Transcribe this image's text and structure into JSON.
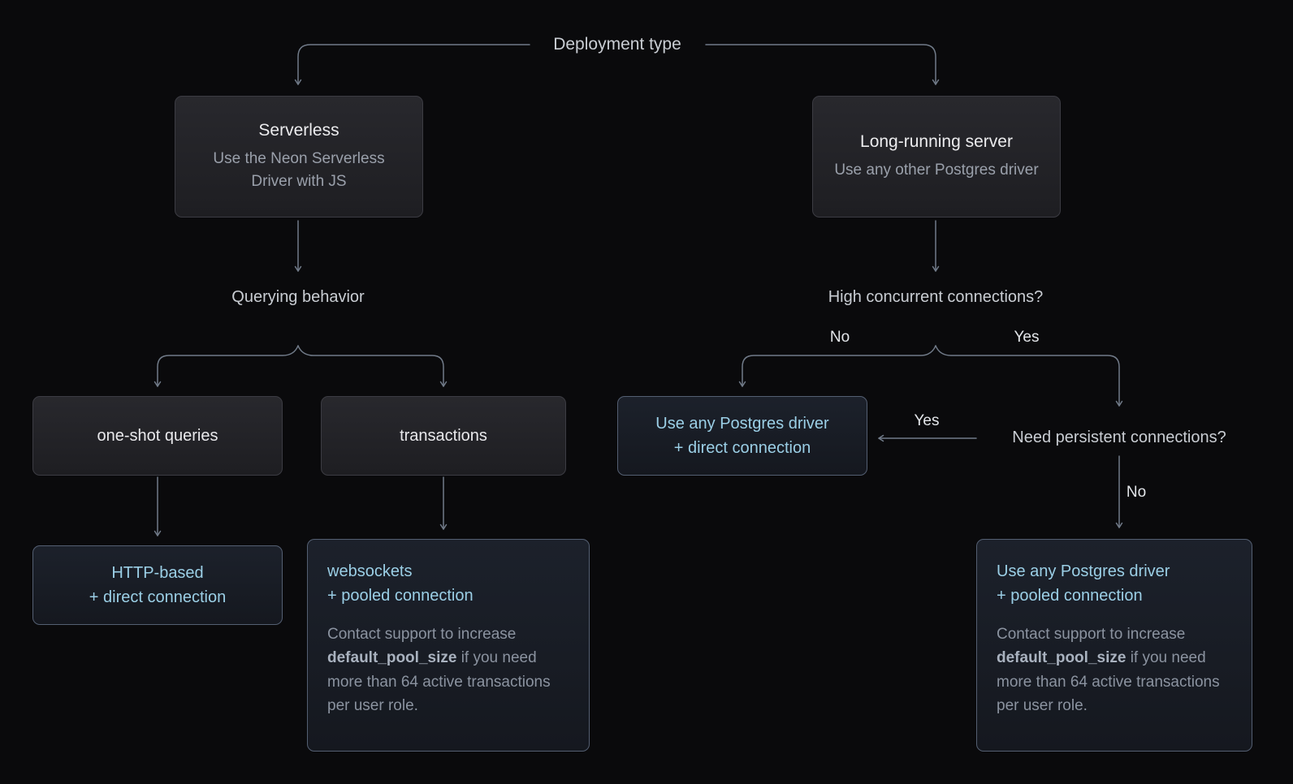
{
  "root_label": "Deployment type",
  "left": {
    "serverless": {
      "title": "Serverless",
      "subtitle": "Use the Neon Serverless Driver with JS"
    },
    "querying_label": "Querying behavior",
    "one_shot": {
      "label": "one-shot queries"
    },
    "transactions": {
      "label": "transactions"
    },
    "http_direct": {
      "line1": "HTTP-based",
      "line2": "+ direct connection"
    },
    "websockets_pooled": {
      "line1": "websockets",
      "line2": "+ pooled connection",
      "note_pre": "Contact support to increase ",
      "note_bold": "default_pool_size",
      "note_post": " if you need more than 64 active transactions per user role."
    }
  },
  "right": {
    "long_running": {
      "title": "Long-running server",
      "subtitle": "Use any other Postgres driver"
    },
    "high_concurrent_label": "High concurrent connections?",
    "edge_no": "No",
    "edge_yes": "Yes",
    "any_direct": {
      "line1": "Use any Postgres driver",
      "line2": "+ direct connection"
    },
    "persistent_label": "Need persistent connections?",
    "persistent_yes": "Yes",
    "persistent_no": "No",
    "any_pooled": {
      "line1": "Use any Postgres driver",
      "line2": "+ pooled connection",
      "note_pre": "Contact support to increase ",
      "note_bold": "default_pool_size",
      "note_post": " if you need more than 64 active transactions per user role."
    }
  },
  "colors": {
    "background": "#0a0a0c",
    "accent_text": "#9bcfe6",
    "connector_line": "#717b89",
    "decision_box_border": "#3c3c43",
    "result_box_border": "#545f72"
  }
}
